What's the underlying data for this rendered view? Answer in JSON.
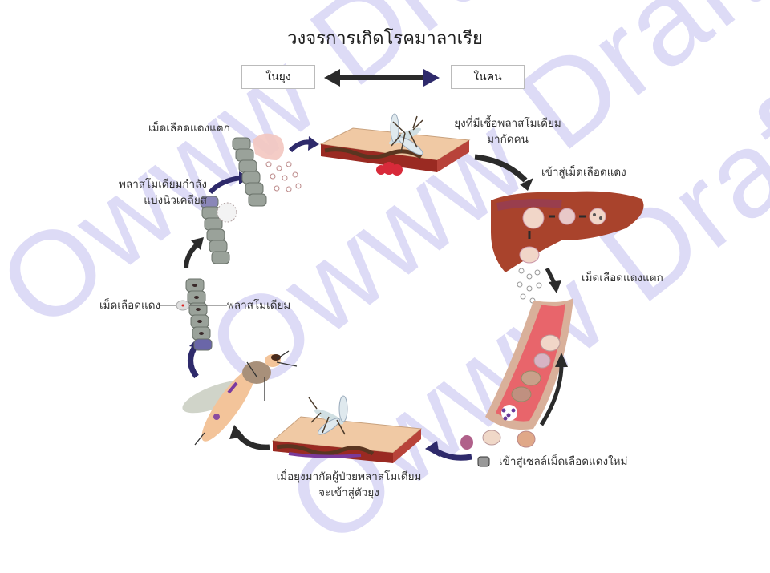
{
  "title": "วงจรการเกิดโรคมาลาเรีย",
  "legend": {
    "left_box": "ในยุง",
    "right_box": "ในคน",
    "arrow": "double-headed-arrow"
  },
  "labels": {
    "mosquito_bites_human_line1": "ยุงที่มีเชื้อพลาสโมเดียม",
    "mosquito_bites_human_line2": "มากัดคน",
    "enter_red_cell_top": "เข้าสู่เม็ดเลือดแดง",
    "rbc_rupture_right": "เม็ดเลือดแดงแตก",
    "enter_new_rbc": "เข้าสู่เซลล์เม็ดเลือดแดงใหม่",
    "mosquito_bites_patient_line1": "เมื่อยุงมากัดผู้ป่วยพลาสโมเดียม",
    "mosquito_bites_patient_line2": "จะเข้าสู่ตัวยุง",
    "red_blood_cell": "เม็ดเลือดแดง",
    "plasmodium": "พลาสโมเดียม",
    "plasmodium_dividing_line1": "พลาสโมเดียมกำลัง",
    "plasmodium_dividing_line2": "แบ่งนิวเคลียส",
    "rbc_rupture_left": "เม็ดเลือดแดงแตก"
  },
  "watermark": {
    "text1": "Owww Draft",
    "text2": "Owww Draft",
    "text3": "Owww Draft"
  },
  "colors": {
    "watermark": "#d8d5f5",
    "arrow_dark": "#2b2b2b",
    "arrow_navy": "#2e2a6b",
    "liver": "#a9432c",
    "skin": "#f0c9a4",
    "blood": "#e05a5f",
    "cell_gray": "#9aa29a"
  }
}
